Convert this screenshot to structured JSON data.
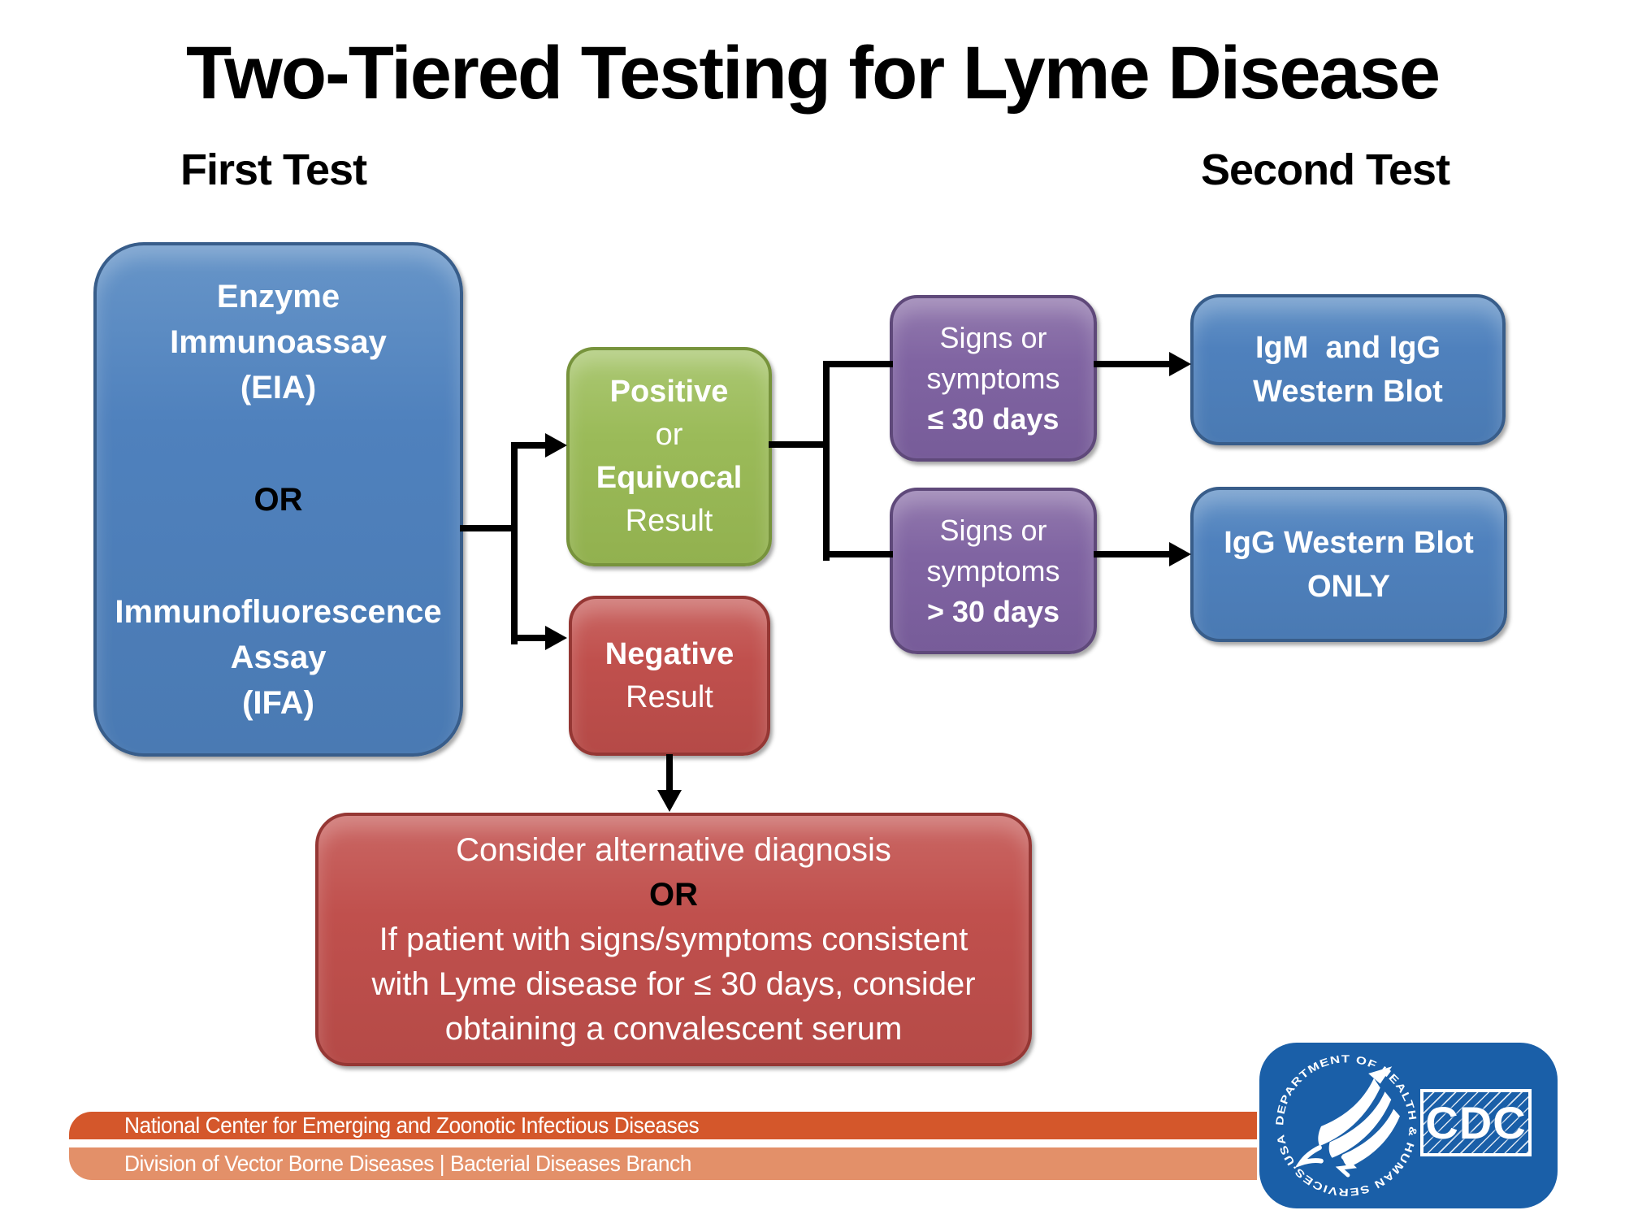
{
  "title": "Two-Tiered Testing for Lyme Disease",
  "headers": {
    "first": "First Test",
    "second": "Second Test"
  },
  "flowchart": {
    "first_test_box": {
      "l1": "Enzyme",
      "l2": "Immunoassay",
      "l3": "(EIA)",
      "or": "OR",
      "l4": "Immunofluorescence",
      "l5": "Assay",
      "l6": "(IFA)"
    },
    "positive_box": {
      "l1": "Positive",
      "l2": "or",
      "l3": "Equivocal",
      "l4": "Result"
    },
    "negative_box": {
      "l1": "Negative",
      "l2": "Result"
    },
    "early_box": {
      "l1": "Signs or",
      "l2": "symptoms",
      "l3": "≤ 30 days"
    },
    "late_box": {
      "l1": "Signs or",
      "l2": "symptoms",
      "l3": "> 30 days"
    },
    "igm_igg_box": {
      "l1": "IgM  and IgG",
      "l2": "Western Blot"
    },
    "igg_only_box": {
      "l1": "IgG Western Blot",
      "l2": "ONLY"
    },
    "alt_box": {
      "l1": "Consider alternative diagnosis",
      "or": "OR",
      "l2": "If patient with signs/symptoms consistent",
      "l3": "with Lyme disease for ≤ 30 days, consider",
      "l4": "obtaining a convalescent serum"
    }
  },
  "footer": {
    "bar1": "National Center for Emerging and Zoonotic Infectious Diseases",
    "bar2": "Division of Vector Borne Diseases | Bacterial Diseases Branch"
  },
  "logo": {
    "agency": "CDC",
    "ring_text": "DEPARTMENT OF HEALTH & HUMAN SERVICES·USA"
  },
  "colors": {
    "box-blue": "#4f81bd",
    "box-blue-border": "#385d8a",
    "box-green": "#9bbb59",
    "box-green-border": "#77933c",
    "box-red": "#c0504d",
    "box-red-border": "#953734",
    "box-purple": "#8064a2",
    "box-purple-border": "#5f497a",
    "bar-orange-dark": "#d4572b",
    "bar-orange-light": "#e39069",
    "logo-blue": "#1a5fa8",
    "line-black": "#000000"
  }
}
